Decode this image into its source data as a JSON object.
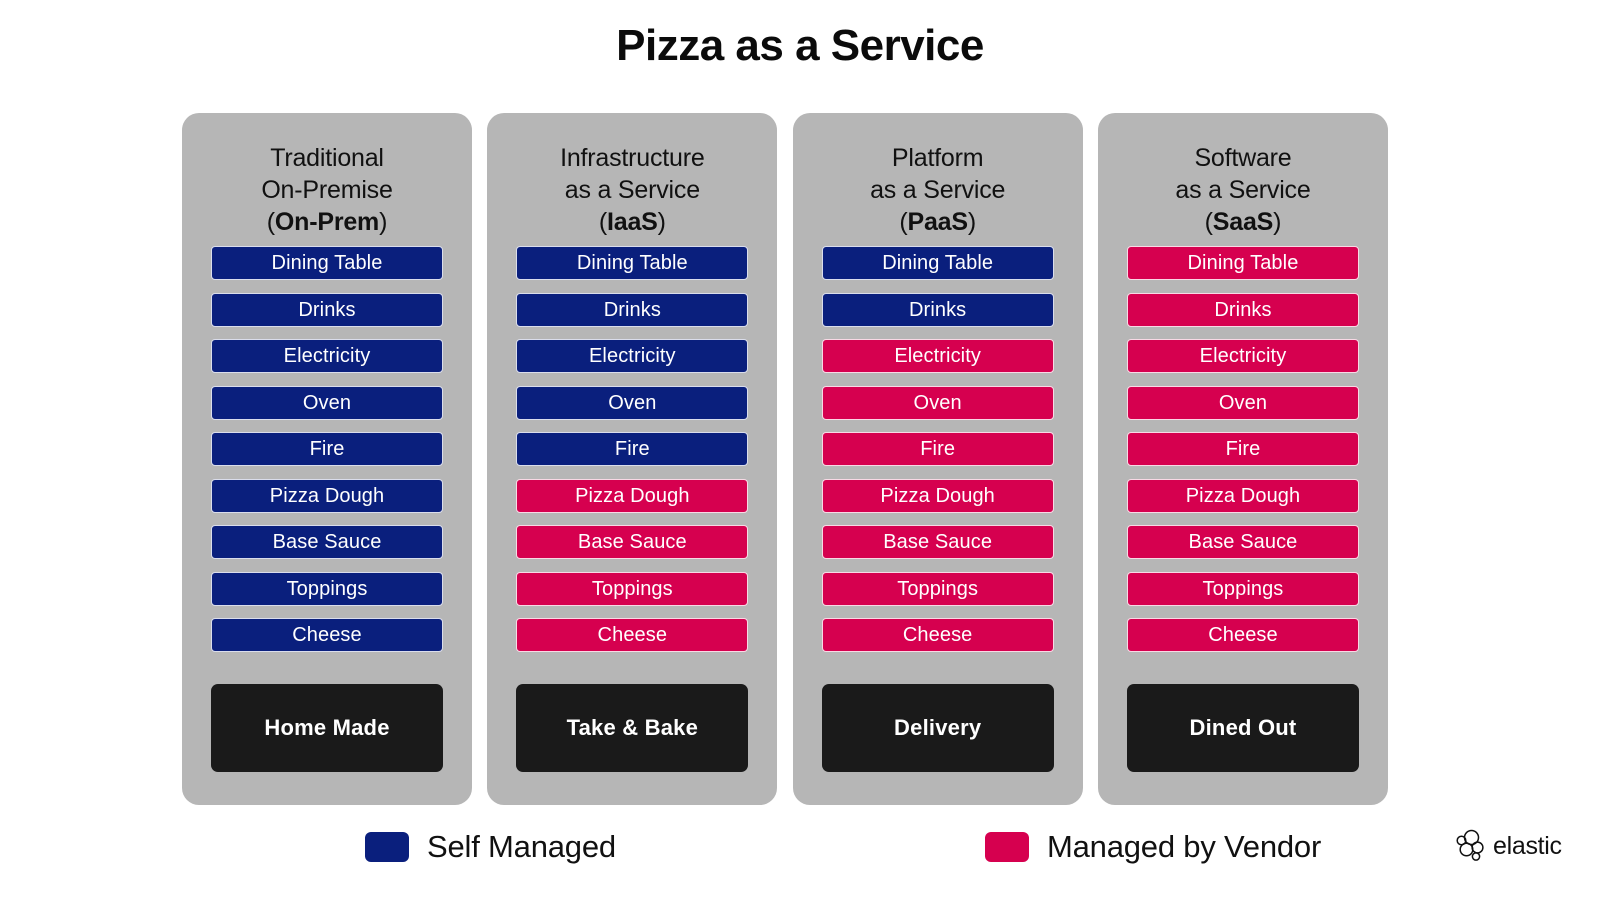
{
  "title": "Pizza as a Service",
  "colors": {
    "self_managed": "#0a1f7d",
    "managed_by_vendor": "#d6004f",
    "panel": "#b6b6b6",
    "footer_box": "#1a1a1a",
    "text_on_bar": "#ffffff",
    "title_text": "#0b0b0b"
  },
  "columns": [
    {
      "header_line1": "Traditional",
      "header_line2": "On-Premise",
      "acronym": "On-Prem",
      "paren_open": "(",
      "paren_close": ")",
      "footer_label": "Home Made",
      "items": [
        {
          "label": "Dining Table",
          "owner": "self"
        },
        {
          "label": "Drinks",
          "owner": "self"
        },
        {
          "label": "Electricity",
          "owner": "self"
        },
        {
          "label": "Oven",
          "owner": "self"
        },
        {
          "label": "Fire",
          "owner": "self"
        },
        {
          "label": "Pizza Dough",
          "owner": "self"
        },
        {
          "label": "Base Sauce",
          "owner": "self"
        },
        {
          "label": "Toppings",
          "owner": "self"
        },
        {
          "label": "Cheese",
          "owner": "self"
        }
      ]
    },
    {
      "header_line1": "Infrastructure",
      "header_line2": "as a Service",
      "acronym": "IaaS",
      "paren_open": "(",
      "paren_close": ")",
      "footer_label": "Take & Bake",
      "items": [
        {
          "label": "Dining Table",
          "owner": "self"
        },
        {
          "label": "Drinks",
          "owner": "self"
        },
        {
          "label": "Electricity",
          "owner": "self"
        },
        {
          "label": "Oven",
          "owner": "self"
        },
        {
          "label": "Fire",
          "owner": "self"
        },
        {
          "label": "Pizza Dough",
          "owner": "vendor"
        },
        {
          "label": "Base Sauce",
          "owner": "vendor"
        },
        {
          "label": "Toppings",
          "owner": "vendor"
        },
        {
          "label": "Cheese",
          "owner": "vendor"
        }
      ]
    },
    {
      "header_line1": "Platform",
      "header_line2": "as a Service",
      "acronym": "PaaS",
      "paren_open": "(",
      "paren_close": ")",
      "footer_label": "Delivery",
      "items": [
        {
          "label": "Dining Table",
          "owner": "self"
        },
        {
          "label": "Drinks",
          "owner": "self"
        },
        {
          "label": "Electricity",
          "owner": "vendor"
        },
        {
          "label": "Oven",
          "owner": "vendor"
        },
        {
          "label": "Fire",
          "owner": "vendor"
        },
        {
          "label": "Pizza Dough",
          "owner": "vendor"
        },
        {
          "label": "Base Sauce",
          "owner": "vendor"
        },
        {
          "label": "Toppings",
          "owner": "vendor"
        },
        {
          "label": "Cheese",
          "owner": "vendor"
        }
      ]
    },
    {
      "header_line1": "Software",
      "header_line2": "as a Service",
      "acronym": "SaaS",
      "paren_open": "(",
      "paren_close": ")",
      "footer_label": "Dined Out",
      "items": [
        {
          "label": "Dining Table",
          "owner": "vendor"
        },
        {
          "label": "Drinks",
          "owner": "vendor"
        },
        {
          "label": "Electricity",
          "owner": "vendor"
        },
        {
          "label": "Oven",
          "owner": "vendor"
        },
        {
          "label": "Fire",
          "owner": "vendor"
        },
        {
          "label": "Pizza Dough",
          "owner": "vendor"
        },
        {
          "label": "Base Sauce",
          "owner": "vendor"
        },
        {
          "label": "Toppings",
          "owner": "vendor"
        },
        {
          "label": "Cheese",
          "owner": "vendor"
        }
      ]
    }
  ],
  "legend": {
    "self_label": "Self Managed",
    "vendor_label": "Managed by Vendor"
  },
  "brand": {
    "name": "elastic",
    "mark_icon": "elastic-cluster-icon"
  }
}
